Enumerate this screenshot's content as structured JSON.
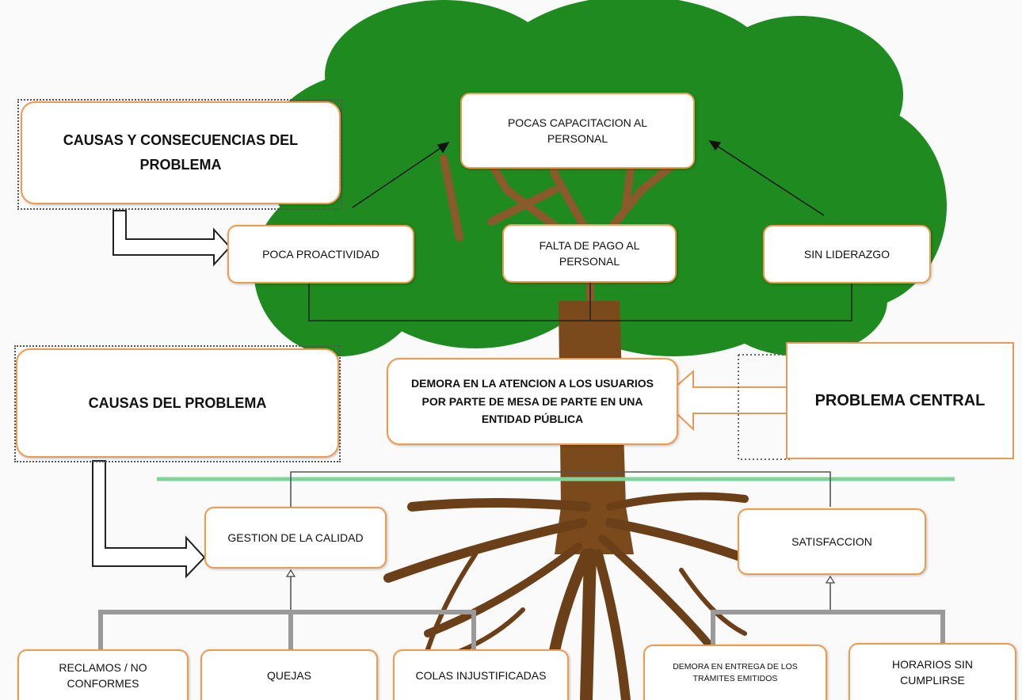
{
  "title_top": "CAUSAS Y CONSECUENCIAS DEL PROBLEMA",
  "title_mid": "CAUSAS DEL PROBLEMA",
  "central_label": "PROBLEMA CENTRAL",
  "central_problem": "DEMORA EN LA ATENCION A LOS USUARIOS POR PARTE DE MESA DE PARTE EN UNA ENTIDAD PÚBLICA",
  "consequences": {
    "top": "POCAS CAPACITACION AL PERSONAL",
    "left": "POCA PROACTIVIDAD",
    "center": "FALTA DE PAGO AL PERSONAL",
    "right": "SIN LIDERAZGO"
  },
  "causes": {
    "left_group": "GESTION DE LA CALIDAD",
    "right_group": "SATISFACCION",
    "left_items": [
      "RECLAMOS / NO CONFORMES",
      "QUEJAS",
      "COLAS INJUSTIFICADAS"
    ],
    "right_items": [
      "DEMORA EN ENTREGA DE LOS TRÁMITES EMITIDOS",
      "HORARIOS SIN CUMPLIRSE"
    ]
  },
  "colors": {
    "canopy": "#1f8a1f",
    "trunk": "#7a4a1c",
    "box_border": "#ee9a4f",
    "ground_line": "#7fd49a"
  }
}
